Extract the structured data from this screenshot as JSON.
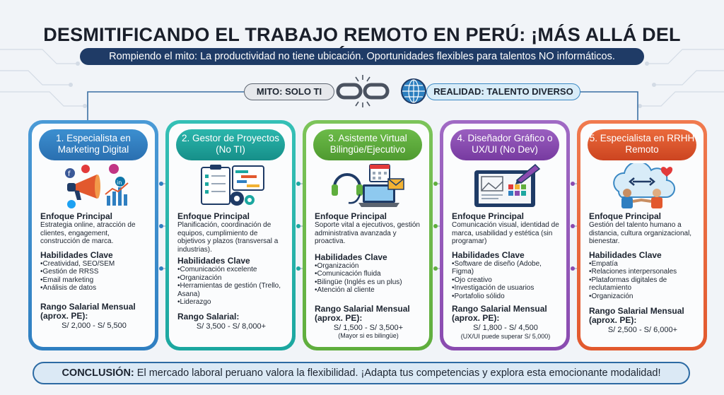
{
  "header": {
    "title": "DESMITIFICANDO EL TRABAJO REMOTO EN PERÚ: ¡MÁS ALLÁ DEL CÓDIGO!",
    "subtitle": "Rompiendo el mito: La productividad no tiene ubicación. Oportunidades flexibles para talentos NO informáticos."
  },
  "banner": {
    "myth": "MITO: SOLO TI",
    "reality": "REALIDAD: TALENTO DIVERSO"
  },
  "colors": {
    "navy": "#1f3b66",
    "card1": "#2f7fc1",
    "card2": "#1ba7a0",
    "card3": "#5fae3d",
    "card4": "#8a4bb0",
    "card5": "#e2592e"
  },
  "cards": [
    {
      "title": "1. Especialista en Marketing Digital",
      "focus_label": "Enfoque Principal",
      "focus": "Estrategia online, atracción de clientes, engagement, construcción de marca.",
      "skills_label": "Habilidades Clave",
      "skills": [
        "Creatividad, SEO/SEM",
        "Gestión de RRSS",
        "Email marketing",
        "Análisis de datos"
      ],
      "salary_label": "Rango Salarial Mensual (aprox. PE):",
      "salary": "S/ 2,000 - S/ 5,500",
      "salary_note": ""
    },
    {
      "title": "2. Gestor de Proyectos (No TI)",
      "focus_label": "Enfoque Principal",
      "focus": "Planificación, coordinación de equipos, cumplimiento de objetivos y plazos (transversal a industrias).",
      "skills_label": "Habilidades Clave",
      "skills": [
        "Comunicación excelente",
        "Organización",
        "Herramientas de gestión (Trello, Asana)",
        "Liderazgo"
      ],
      "salary_label": "Rango Salarial:",
      "salary": "S/ 3,500 - S/ 8,000+",
      "salary_note": ""
    },
    {
      "title": "3. Asistente Virtual Bilingüe/Ejecutivo",
      "focus_label": "Enfoque Principal",
      "focus": "Soporte vital a ejecutivos, gestión administrativa avanzada y proactiva.",
      "skills_label": "Habilidades Clave",
      "skills": [
        "Organización",
        "Comunicación fluida",
        "Bilingüe (Inglés es un plus)",
        "Atención al cliente"
      ],
      "salary_label": "Rango Salarial Mensual (aprox. PE):",
      "salary": "S/ 1,500 - S/ 3,500+",
      "salary_note": "(Mayor si es bilingüe)"
    },
    {
      "title": "4. Diseñador Gráfico o UX/UI (No Dev)",
      "focus_label": "Enfoque Principal",
      "focus": "Comunicación visual, identidad de marca, usabilidad y estética (sin programar)",
      "skills_label": "Habilidades Clave",
      "skills": [
        "Software de diseño (Adobe, Figma)",
        "Ojo creativo",
        "Investigación de usuarios",
        "Portafolio sólido"
      ],
      "salary_label": "Rango Salarial Mensual (aprox. PE):",
      "salary": "S/ 1,800 - S/ 4,500",
      "salary_note": "(UX/UI puede superar S/ 5,000)"
    },
    {
      "title": "5. Especialista en RRHH Remoto",
      "focus_label": "Enfoque Principal",
      "focus": "Gestión del talento humano a distancia, cultura organizacional, bienestar.",
      "skills_label": "Habilidades Clave",
      "skills": [
        "Empatía",
        "Relaciones interpersonales",
        "Plataformas digitales de reclutamiento",
        "Organización"
      ],
      "salary_label": "Rango Salarial Mensual (aprox. PE):",
      "salary": "S/ 2,500 - S/ 6,000+",
      "salary_note": ""
    }
  ],
  "conclusion": {
    "label": "CONCLUSIÓN:",
    "text": " El mercado laboral peruano valora la flexibilidad. ¡Adapta tus competencias y explora esta emocionante modalidad!"
  }
}
